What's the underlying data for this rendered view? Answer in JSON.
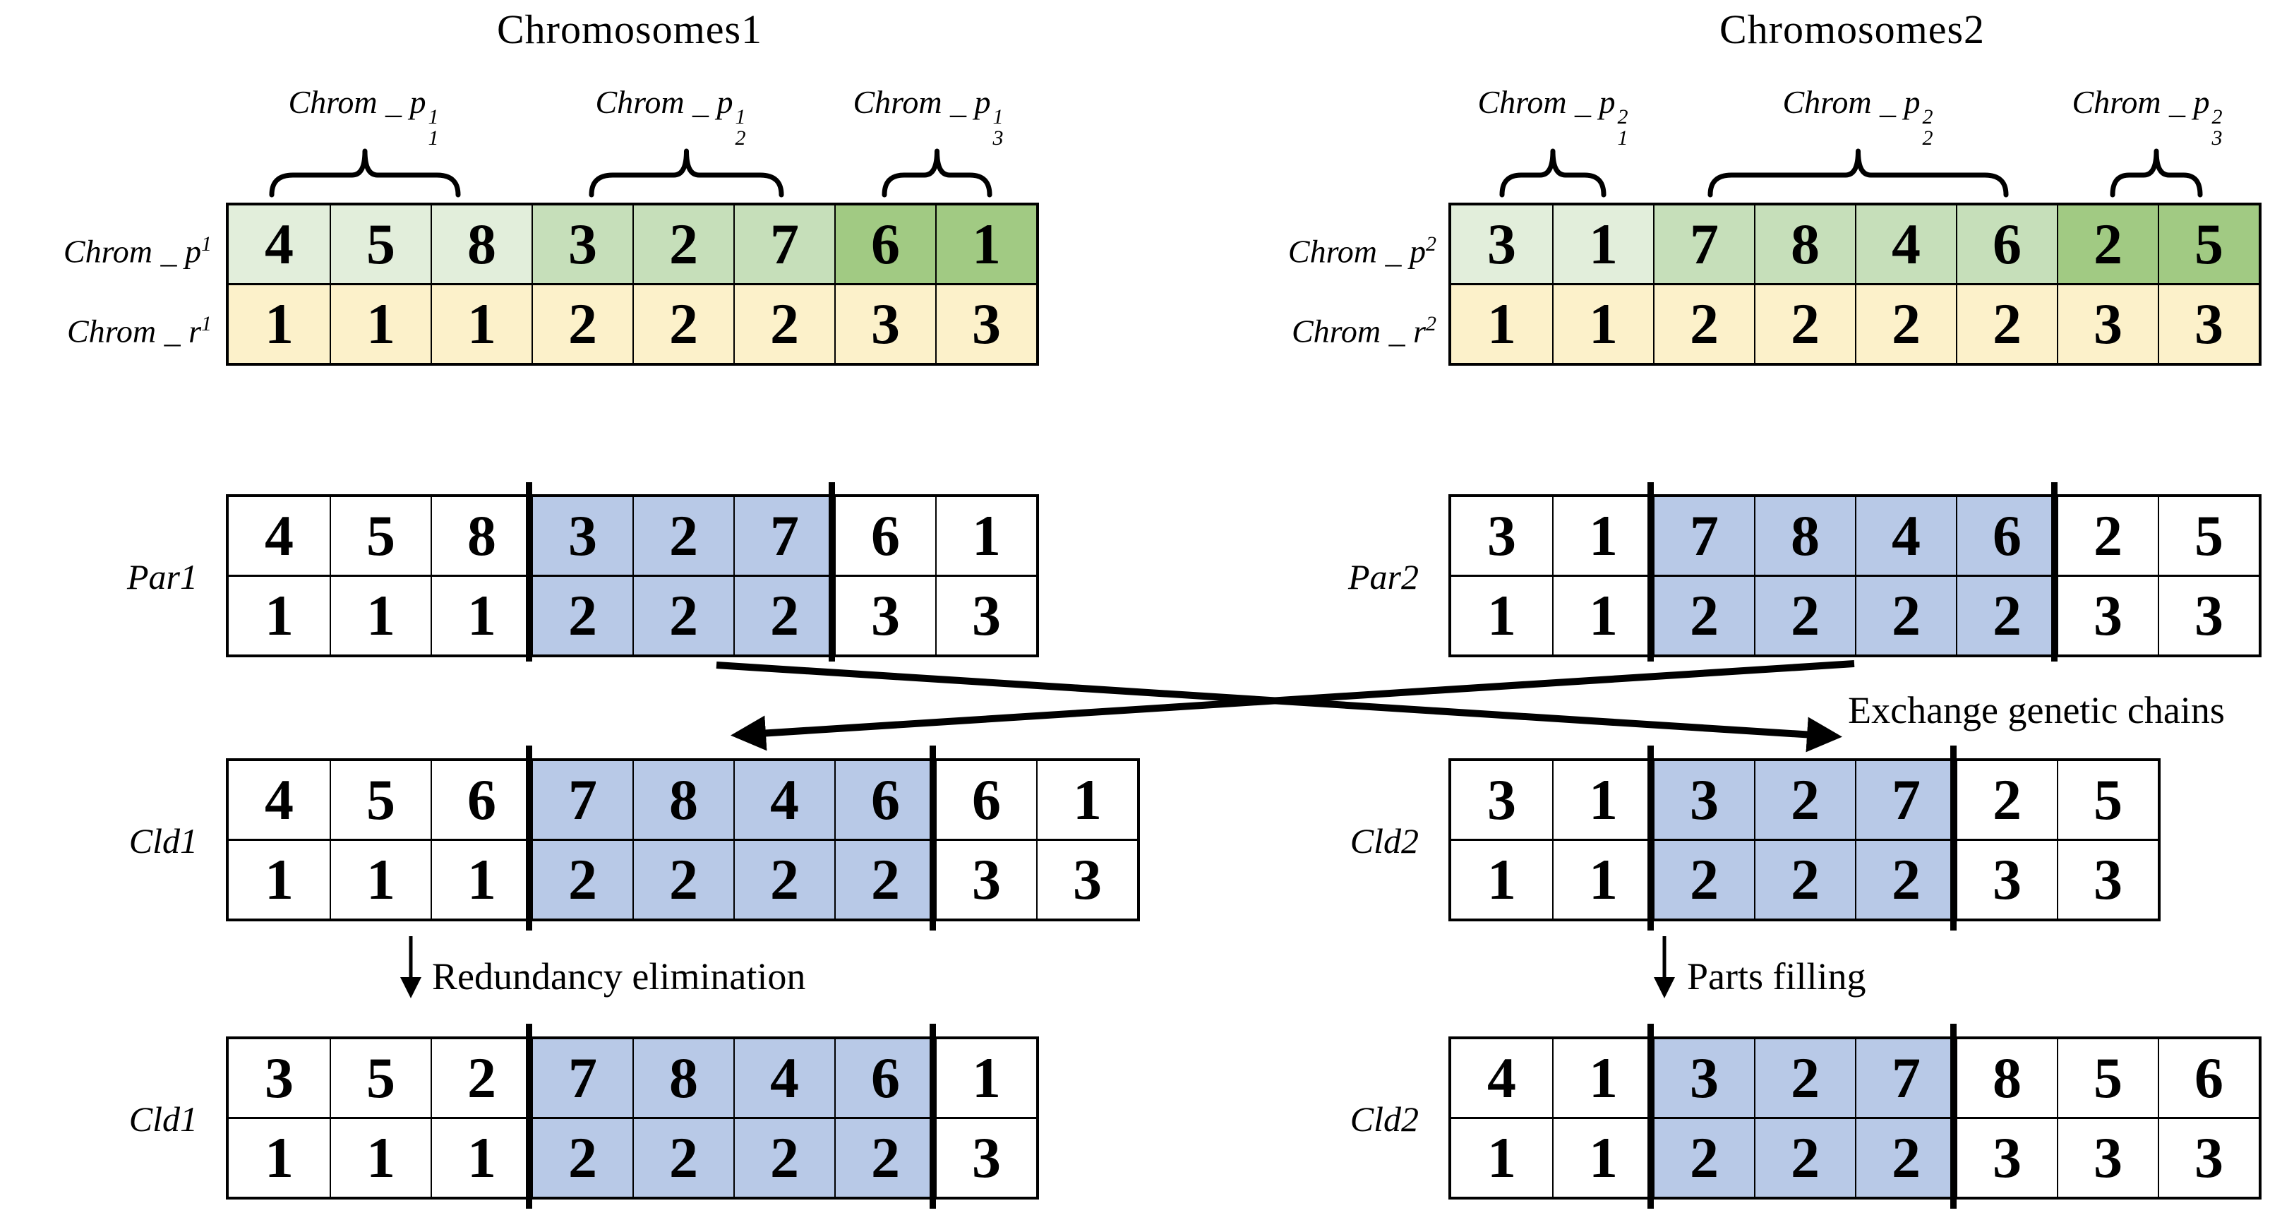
{
  "colors": {
    "green_light": "#e2eedb",
    "green_mid": "#c6dfba",
    "green_dark": "#a1ca83",
    "yellow": "#fcf1ca",
    "blue": "#b8c9e7",
    "line": "#000000"
  },
  "chromosomes1": {
    "title": "Chromosomes1",
    "group_labels": [
      {
        "base": "Chrom _ p",
        "sup": "1",
        "sub": "1"
      },
      {
        "base": "Chrom _ p",
        "sup": "1",
        "sub": "2"
      },
      {
        "base": "Chrom _ p",
        "sup": "1",
        "sub": "3"
      }
    ],
    "row_p_label": {
      "base": "Chrom _ p",
      "sup": "1"
    },
    "row_r_label": {
      "base": "Chrom _ r",
      "sup": "1"
    }
  },
  "chromosomes2": {
    "title": "Chromosomes2",
    "group_labels": [
      {
        "base": "Chrom _ p",
        "sup": "2",
        "sub": "1"
      },
      {
        "base": "Chrom _ p",
        "sup": "2",
        "sub": "2"
      },
      {
        "base": "Chrom _ p",
        "sup": "2",
        "sub": "3"
      }
    ],
    "row_p_label": {
      "base": "Chrom _ p",
      "sup": "2"
    },
    "row_r_label": {
      "base": "Chrom _ r",
      "sup": "2"
    }
  },
  "labels": {
    "par1": "Par1",
    "par2": "Par2",
    "cld1": "Cld1",
    "cld2": "Cld2",
    "cld1_final": "Cld1",
    "cld2_final": "Cld2"
  },
  "annotations": {
    "exchange": "Exchange genetic chains",
    "redundancy": "Redundancy elimination",
    "parts_filling": "Parts filling"
  },
  "tables": {
    "chrom1": {
      "rows": [
        [
          4,
          5,
          8,
          3,
          2,
          7,
          6,
          1
        ],
        [
          1,
          1,
          1,
          2,
          2,
          2,
          3,
          3
        ]
      ],
      "row_colors": [
        [
          "green_light",
          "green_light",
          "green_light",
          "green_mid",
          "green_mid",
          "green_mid",
          "green_dark",
          "green_dark"
        ],
        [
          "yellow",
          "yellow",
          "yellow",
          "yellow",
          "yellow",
          "yellow",
          "yellow",
          "yellow"
        ]
      ]
    },
    "chrom2": {
      "rows": [
        [
          3,
          1,
          7,
          8,
          4,
          6,
          2,
          5
        ],
        [
          1,
          1,
          2,
          2,
          2,
          2,
          3,
          3
        ]
      ],
      "row_colors": [
        [
          "green_light",
          "green_light",
          "green_mid",
          "green_mid",
          "green_mid",
          "green_mid",
          "green_dark",
          "green_dark"
        ],
        [
          "yellow",
          "yellow",
          "yellow",
          "yellow",
          "yellow",
          "yellow",
          "yellow",
          "yellow"
        ]
      ]
    },
    "par1": {
      "rows": [
        [
          4,
          5,
          8,
          3,
          2,
          7,
          6,
          1
        ],
        [
          1,
          1,
          1,
          2,
          2,
          2,
          3,
          3
        ]
      ],
      "highlight": {
        "start": 3,
        "end": 6
      }
    },
    "par2": {
      "rows": [
        [
          3,
          1,
          7,
          8,
          4,
          6,
          2,
          5
        ],
        [
          1,
          1,
          2,
          2,
          2,
          2,
          3,
          3
        ]
      ],
      "highlight": {
        "start": 2,
        "end": 6
      }
    },
    "cld1_mid": {
      "rows": [
        [
          4,
          5,
          6,
          7,
          8,
          4,
          6,
          6,
          1
        ],
        [
          1,
          1,
          1,
          2,
          2,
          2,
          2,
          3,
          3
        ]
      ],
      "highlight": {
        "start": 3,
        "end": 7
      }
    },
    "cld2_mid": {
      "rows": [
        [
          3,
          1,
          3,
          2,
          7,
          2,
          5
        ],
        [
          1,
          1,
          2,
          2,
          2,
          3,
          3
        ]
      ],
      "highlight": {
        "start": 2,
        "end": 5
      }
    },
    "cld1_final": {
      "rows": [
        [
          3,
          5,
          2,
          7,
          8,
          4,
          6,
          1
        ],
        [
          1,
          1,
          1,
          2,
          2,
          2,
          2,
          3
        ]
      ],
      "highlight": {
        "start": 3,
        "end": 7
      }
    },
    "cld2_final": {
      "rows": [
        [
          4,
          1,
          3,
          2,
          7,
          8,
          5,
          6
        ],
        [
          1,
          1,
          2,
          2,
          2,
          3,
          3,
          3
        ]
      ],
      "highlight": {
        "start": 2,
        "end": 5
      }
    }
  }
}
